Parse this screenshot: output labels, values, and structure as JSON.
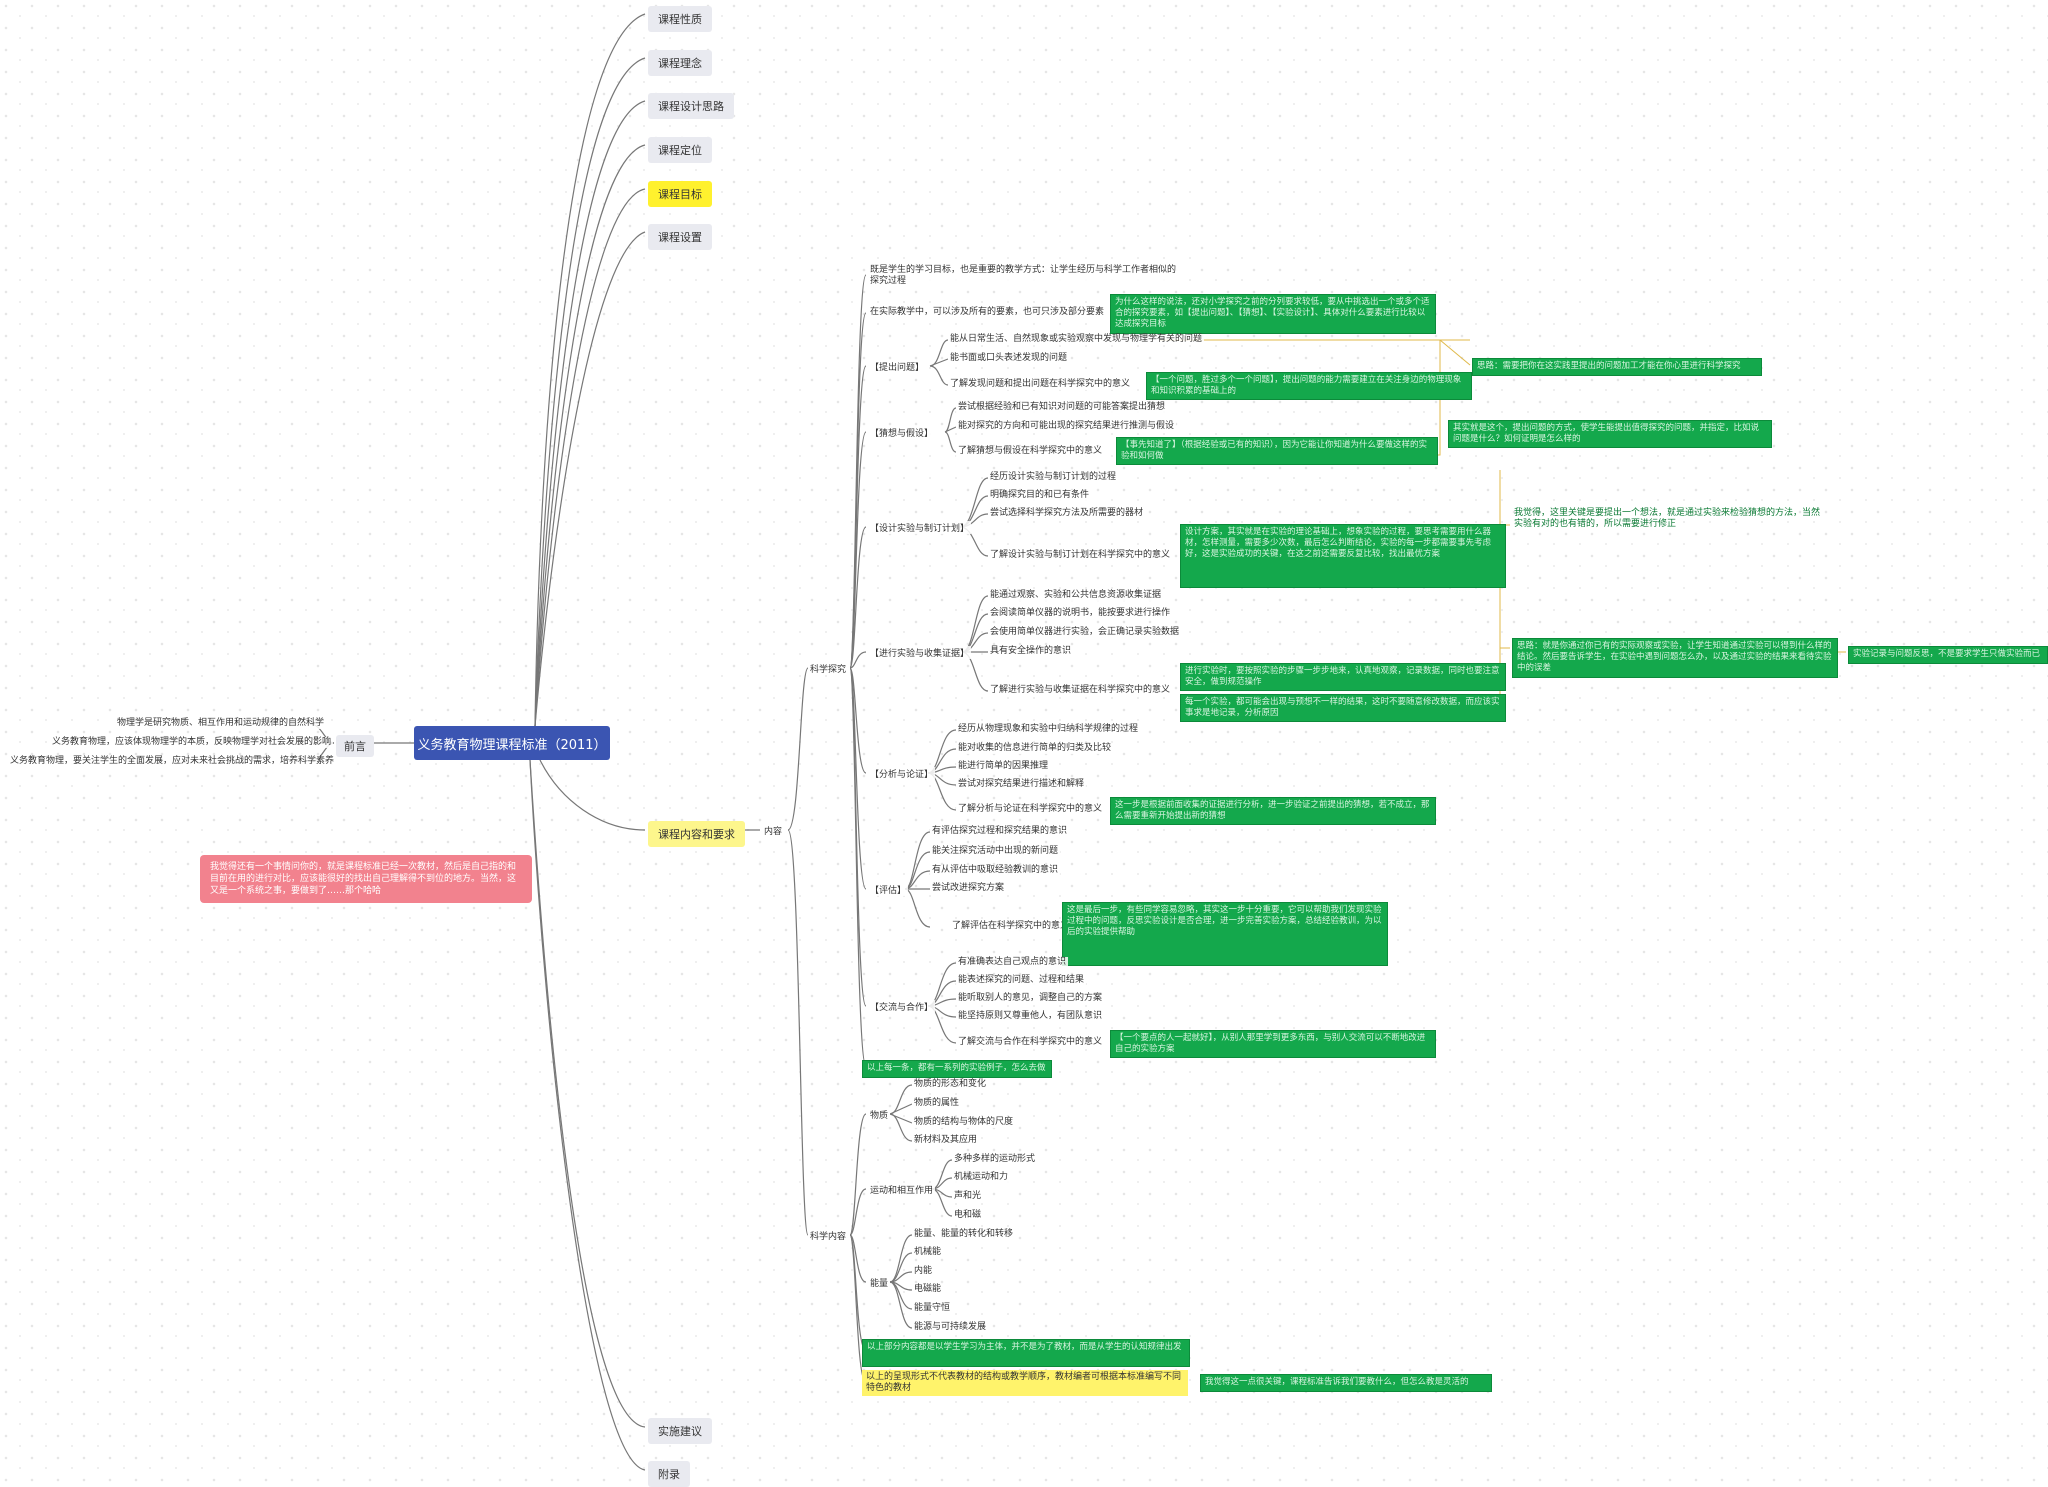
{
  "root": "义务教育物理课程标准（2011）",
  "top_topics": [
    "课程性质",
    "课程理念",
    "课程设计思路",
    "课程定位",
    "课程目标",
    "课程设置"
  ],
  "bottom_topics": [
    "实施建议",
    "附录"
  ],
  "content_topic": "课程内容和要求",
  "content_label": "内容",
  "preface": {
    "label": "前言",
    "items": [
      "物理学是研究物质、相互作用和运动规律的自然科学",
      "义务教育物理，应该体现物理学的本质，反映物理学对社会发展的影响",
      "义务教育物理，要关注学生的全面发展，应对未来社会挑战的需求，培养科学素养"
    ]
  },
  "pink_note": "我觉得还有一个事情问你的，就是课程标准已经一次教材，然后是自己指的和目前在用的进行对比，应该能很好的找出自己理解得不到位的地方。当然，这又是一个系统之事，要做到了……那个哈哈",
  "inquiry": {
    "label": "科学探究",
    "intro1": "既是学生的学习目标，也是重要的教学方式：让学生经历与科学工作者相似的探究过程",
    "intro2": "在实际教学中，可以涉及所有的要素，也可只涉及部分要素",
    "intro2_note": "为什么这样的说法，还对小学探究之前的分列要求较低，要从中挑选出一个或多个适合的探究要素，如【提出问题】、【猜想】、【实验设计】、具体对什么要素进行比较以达成探究目标",
    "q": {
      "label": "【提出问题】",
      "items": [
        "能从日常生活、自然现象或实验观察中发现与物理学有关的问题",
        "能书面或口头表述发现的问题",
        "了解发现问题和提出问题在科学探究中的意义"
      ],
      "note": "【一个问题，胜过多个一个问题】，提出问题的能力需要建立在关注身边的物理现象和知识积累的基础上的"
    },
    "h": {
      "label": "【猜想与假设】",
      "items": [
        "尝试根据经验和已有知识对问题的可能答案提出猜想",
        "能对探究的方向和可能出现的探究结果进行推测与假设",
        "了解猜想与假设在科学探究中的意义"
      ],
      "note": "【事先知道了】（根据经验或已有的知识），因为它能让你知道为什么要做这样的实验和如何做"
    },
    "qh_note1": "思路：需要把你在这实践里提出的问题加工才能在你心里进行科学探究",
    "qh_note2": "其实就是这个，提出问题的方式，使学生能提出值得探究的问题，并指定，比如说问题是什么？如何证明是怎么样的",
    "d": {
      "label": "【设计实验与制订计划】",
      "items": [
        "经历设计实验与制订计划的过程",
        "明确探究目的和已有条件",
        "尝试选择科学探究方法及所需要的器材",
        "了解设计实验与制订计划在科学探究中的意义"
      ],
      "note": "设计方案，其实就是在实验的理论基础上，想象实验的过程，要思考需要用什么器材，怎样测量，需要多少次数，最后怎么判断结论，实验的每一步都需要事先考虑好，这是实验成功的关键，在这之前还需要反复比较，找出最优方案"
    },
    "e": {
      "label": "【进行实验与收集证据】",
      "items": [
        "能通过观察、实验和公共信息资源收集证据",
        "会阅读简单仪器的说明书，能按要求进行操作",
        "会使用简单仪器进行实验，会正确记录实验数据",
        "具有安全操作的意识",
        "了解进行实验与收集证据在科学探究中的意义"
      ],
      "note1": "进行实验时，要按照实验的步骤一步步地来，认真地观察，记录数据，同时也要注意安全，做到规范操作",
      "note2": "每一个实验，都可能会出现与预想不一样的结果，这时不要随意修改数据，而应该实事求是地记录，分析原因"
    },
    "de_note": "我觉得，这里关键是要提出一个想法，就是通过实验来检验猜想的方法，当然实验有对的也有错的，所以需要进行修正",
    "e_note2": "思路：就是你通过你已有的实际观察或实验，让学生知道通过实验可以得到什么样的结论。然后要告诉学生，在实验中遇到问题怎么办，以及通过实验的结果来看待实验中的误差",
    "e_note3": "实验记录与问题反思，不是要求学生只做实验而已",
    "a": {
      "label": "【分析与论证】",
      "items": [
        "经历从物理现象和实验中归纳科学规律的过程",
        "能对收集的信息进行简单的归类及比较",
        "能进行简单的因果推理",
        "尝试对探究结果进行描述和解释",
        "了解分析与论证在科学探究中的意义"
      ],
      "note": "这一步是根据前面收集的证据进行分析，进一步验证之前提出的猜想，若不成立，那么需要重新开始提出新的猜想"
    },
    "v": {
      "label": "【评估】",
      "items": [
        "有评估探究过程和探究结果的意识",
        "能关注探究活动中出现的新问题",
        "有从评估中吸取经验教训的意识",
        "尝试改进探究方案",
        "了解评估在科学探究中的意义"
      ],
      "note": "这是最后一步，有些同学容易忽略，其实这一步十分重要，它可以帮助我们发现实验过程中的问题，反思实验设计是否合理，进一步完善实验方案，总结经验教训，为以后的实验提供帮助"
    },
    "c": {
      "label": "【交流与合作】",
      "items": [
        "有准确表达自己观点的意识",
        "能表述探究的问题、过程和结果",
        "能听取别人的意见，调整自己的方案",
        "能坚持原则又尊重他人，有团队意识",
        "了解交流与合作在科学探究中的意义"
      ],
      "note": "【一个要点的人一起就好】，从别人那里学到更多东西，与别人交流可以不断地改进自己的实验方案"
    },
    "summary": "以上每一条，都有一系列的实验例子，怎么去做"
  },
  "knowledge": {
    "label": "科学内容",
    "matter": {
      "label": "物质",
      "items": [
        "物质的形态和变化",
        "物质的属性",
        "物质的结构与物体的尺度",
        "新材料及其应用"
      ]
    },
    "motion": {
      "label": "运动和相互作用",
      "items": [
        "多种多样的运动形式",
        "机械运动和力",
        "声和光",
        "电和磁"
      ]
    },
    "energy": {
      "label": "能量",
      "items": [
        "能量、能量的转化和转移",
        "机械能",
        "内能",
        "电磁能",
        "能量守恒",
        "能源与可持续发展"
      ]
    },
    "note1": "以上部分内容都是以学生学习为主体，并不是为了教材，而是从学生的认知规律出发",
    "note2": "以上的呈现形式不代表教材的结构或教学顺序，教材编者可根据本标准编写不同特色的教材",
    "note3": "我觉得这一点很关键，课程标准告诉我们要教什么，但怎么教是灵活的"
  }
}
